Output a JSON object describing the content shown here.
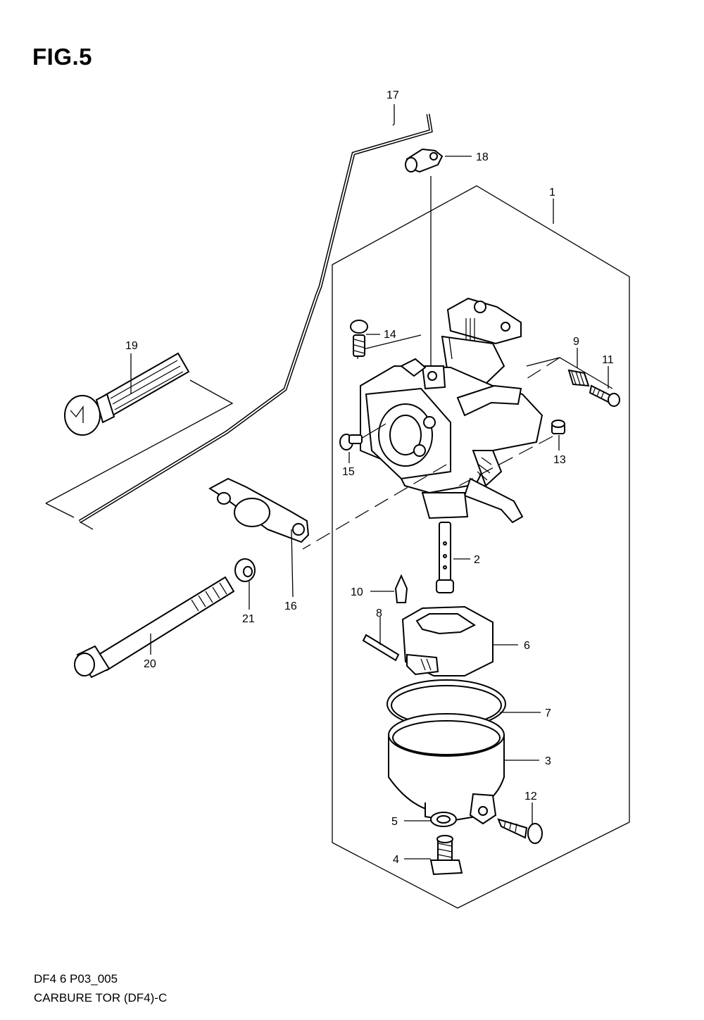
{
  "figure": {
    "title": "FIG.5",
    "code": "DF4 6 P03_005",
    "name": "CARBURE TOR (DF4)-C"
  },
  "parts": [
    {
      "id": "part-1",
      "label": "1"
    },
    {
      "id": "part-2",
      "label": "2"
    },
    {
      "id": "part-3",
      "label": "3"
    },
    {
      "id": "part-4",
      "label": "4"
    },
    {
      "id": "part-5",
      "label": "5"
    },
    {
      "id": "part-6",
      "label": "6"
    },
    {
      "id": "part-7",
      "label": "7"
    },
    {
      "id": "part-8",
      "label": "8"
    },
    {
      "id": "part-9",
      "label": "9"
    },
    {
      "id": "part-10",
      "label": "10"
    },
    {
      "id": "part-11",
      "label": "11"
    },
    {
      "id": "part-12",
      "label": "12"
    },
    {
      "id": "part-13",
      "label": "13"
    },
    {
      "id": "part-14",
      "label": "14"
    },
    {
      "id": "part-15",
      "label": "15"
    },
    {
      "id": "part-16",
      "label": "16"
    },
    {
      "id": "part-17",
      "label": "17"
    },
    {
      "id": "part-18",
      "label": "18"
    },
    {
      "id": "part-19",
      "label": "19"
    },
    {
      "id": "part-20",
      "label": "20"
    },
    {
      "id": "part-21",
      "label": "21"
    }
  ]
}
